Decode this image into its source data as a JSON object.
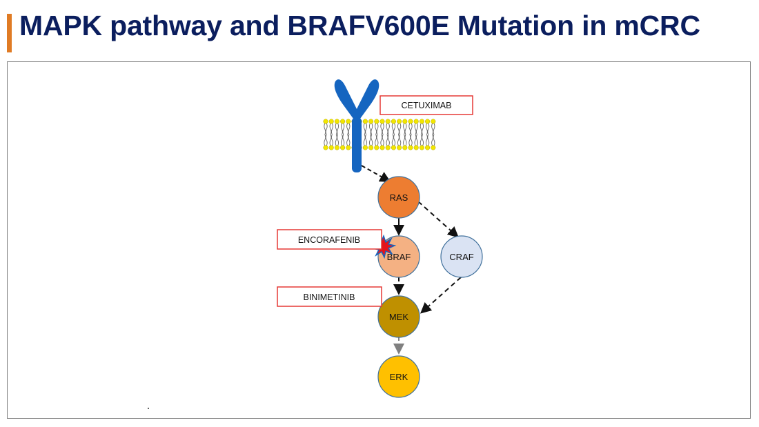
{
  "title": "MAPK pathway and BRAFV600E Mutation in mCRC",
  "colors": {
    "title": "#0b1e5e",
    "accent": "#e07b24",
    "receptor": "#1565c0",
    "membrane_head": "#f2e600",
    "drug_box_border": "#e53935",
    "mutation_star": "#e3131b"
  },
  "nodes": {
    "ras": {
      "label": "RAS",
      "color": "#ed7d31"
    },
    "braf": {
      "label": "BRAF",
      "color": "#f4b183"
    },
    "craf": {
      "label": "CRAF",
      "color": "#dae3f3"
    },
    "mek": {
      "label": "MEK",
      "color": "#bf9000"
    },
    "erk": {
      "label": "ERK",
      "color": "#ffc000"
    }
  },
  "drugs": {
    "cetuximab": "CETUXIMAB",
    "encorafenib": "ENCORAFENIB",
    "binimetinib": "BINIMETINIB"
  },
  "icons": {
    "receptor": "antibody-receptor-icon",
    "membrane": "cell-membrane-icon",
    "mutation": "mutation-star-icon"
  }
}
